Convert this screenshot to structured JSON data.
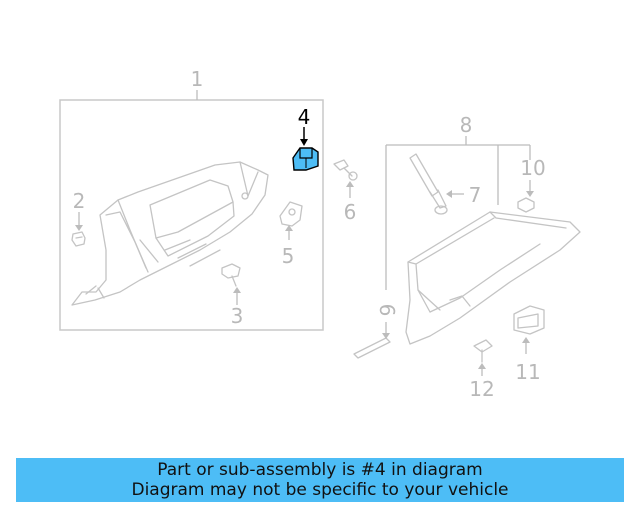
{
  "callouts": {
    "c1": "1",
    "c2": "2",
    "c3": "3",
    "c4": "4",
    "c5": "5",
    "c6": "6",
    "c7": "7",
    "c8": "8",
    "c9": "9",
    "c10": "10",
    "c11": "11",
    "c12": "12"
  },
  "highlight": {
    "part_number": "4",
    "color": "#4dbdf6"
  },
  "banner": {
    "line1": "Part or sub-assembly is #4 in diagram",
    "line2": "Diagram may not be specific to your vehicle",
    "background": "#4dbdf6"
  }
}
